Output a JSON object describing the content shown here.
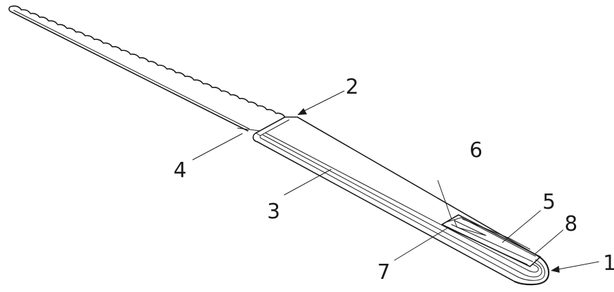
{
  "labels": {
    "l1": "1",
    "l2": "2",
    "l3": "3",
    "l4": "4",
    "l5": "5",
    "l6": "6",
    "l7": "7",
    "l8": "8"
  },
  "colors": {
    "line": "#1a1a1a",
    "background": "#ffffff"
  }
}
